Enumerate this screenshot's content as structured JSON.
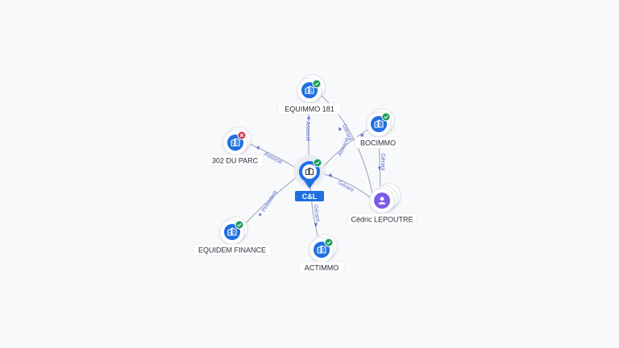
{
  "center": {
    "label": "C&L",
    "icon": "building-icon",
    "status": "verified"
  },
  "nodes": [
    {
      "id": "equimmo",
      "label": "EQUIMMO 181",
      "type": "company",
      "status": "verified",
      "icon": "building-icon"
    },
    {
      "id": "bocimmo",
      "label": "BOCIMMO",
      "type": "company",
      "status": "verified",
      "icon": "building-icon"
    },
    {
      "id": "parc",
      "label": "302 DU PARC",
      "type": "company",
      "status": "closed",
      "icon": "building-icon"
    },
    {
      "id": "equidem",
      "label": "EQUIDEM FINANCE",
      "type": "company",
      "status": "verified",
      "icon": "building-icon"
    },
    {
      "id": "actimmo",
      "label": "ACTIMMO",
      "type": "company",
      "status": "verified",
      "icon": "building-icon"
    },
    {
      "id": "cedric",
      "label": "Cédric LEPOUTRE",
      "type": "person",
      "status": "none",
      "icon": "person-icon"
    }
  ],
  "edges": [
    {
      "id": "e1",
      "from": "center",
      "to": "equimmo",
      "label": "Associé"
    },
    {
      "id": "e2",
      "from": "center",
      "to": "bocimmo",
      "label": "Associé"
    },
    {
      "id": "e3",
      "from": "center",
      "to": "parc",
      "label": "Associé"
    },
    {
      "id": "e4",
      "from": "center",
      "to": "equidem",
      "label": "Président"
    },
    {
      "id": "e5",
      "from": "center",
      "to": "actimmo",
      "label": "Gérant"
    },
    {
      "id": "e6",
      "from": "cedric",
      "to": "center",
      "label": "Gérant"
    },
    {
      "id": "e7",
      "from": "cedric",
      "to": "bocimmo",
      "label": "Gérant"
    },
    {
      "id": "e8",
      "from": "cedric",
      "to": "equimmo",
      "label": "Gérant"
    }
  ],
  "colors": {
    "node_blue": "#1f6fe0",
    "person_purple": "#7b5ce6",
    "verified_green": "#1a9d57",
    "closed_red": "#d8344e",
    "edge_gray": "#9aa0b4",
    "edge_label": "#5b6fd6"
  }
}
